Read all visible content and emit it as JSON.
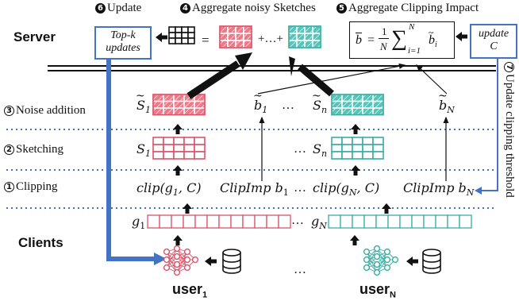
{
  "steps": {
    "update": "Update",
    "aggregate_sketches": "Aggregate noisy Sketches",
    "aggregate_clipping": "Aggregate Clipping Impact",
    "noise_addition": "Noise addition",
    "sketching": "Sketching",
    "clipping": "Clipping",
    "update_threshold": "Update clipping threshold"
  },
  "step_numbers": {
    "update": "6",
    "aggregate_sketches": "4",
    "aggregate_clipping": "5",
    "noise_addition": "3",
    "sketching": "2",
    "clipping": "1",
    "update_threshold": "7"
  },
  "rows": {
    "server": "Server",
    "clients": "Clients"
  },
  "boxes": {
    "topk_line1": "Top-k",
    "topk_line2": "updates",
    "updateC_line1": "update",
    "updateC_line2": "C"
  },
  "symbols": {
    "equals": "=",
    "plus_dots": "+…+",
    "ellipsis": "…",
    "S_tilde_1": "S",
    "S_tilde_n": "S",
    "b_tilde_1": "b",
    "b_tilde_N": "b",
    "S_1": "S",
    "S_n": "S",
    "clip_1": "clip(g",
    "clip_1_tail": ", C)",
    "clip_N": "clip(g",
    "clip_N_tail": ", C)",
    "clipimp_1": "ClipImp b",
    "clipimp_N": "ClipImp b",
    "g_1": "g",
    "g_N": "g",
    "sub_1": "1",
    "sub_n": "n",
    "sub_N": "N"
  },
  "formula": {
    "lhs": "b",
    "eq": "=",
    "frac_num": "1",
    "frac_den": "N",
    "sum_top": "N",
    "sum_bot": "i=1",
    "term": "b",
    "term_sub": "i"
  },
  "users": {
    "user_1": "user",
    "user_1_sub": "1",
    "user_N": "user",
    "user_N_sub": "N"
  },
  "colors": {
    "red": "#d9546a",
    "red_fill": "#f07f8e",
    "teal": "#3aada3",
    "teal_fill": "#5ec9bd",
    "blue": "#4472c4",
    "black": "#111111",
    "dotted": "#4472c4"
  }
}
